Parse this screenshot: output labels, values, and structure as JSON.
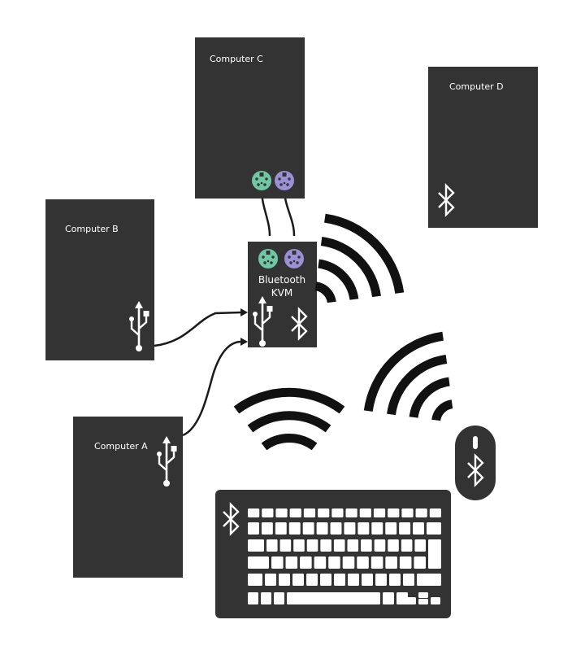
{
  "diagram": {
    "computers": {
      "c": {
        "label": "Computer C"
      },
      "d": {
        "label": "Computer D"
      },
      "b": {
        "label": "Computer B"
      },
      "a": {
        "label": "Computer A"
      }
    },
    "kvm": {
      "label_line1": "Bluetooth",
      "label_line2": "KVM"
    },
    "colors": {
      "device": "#333333",
      "ps2_green": "#6fc7a4",
      "ps2_purple": "#9b8fd6",
      "wave": "#111111",
      "cable": "#1a1a1a"
    }
  }
}
